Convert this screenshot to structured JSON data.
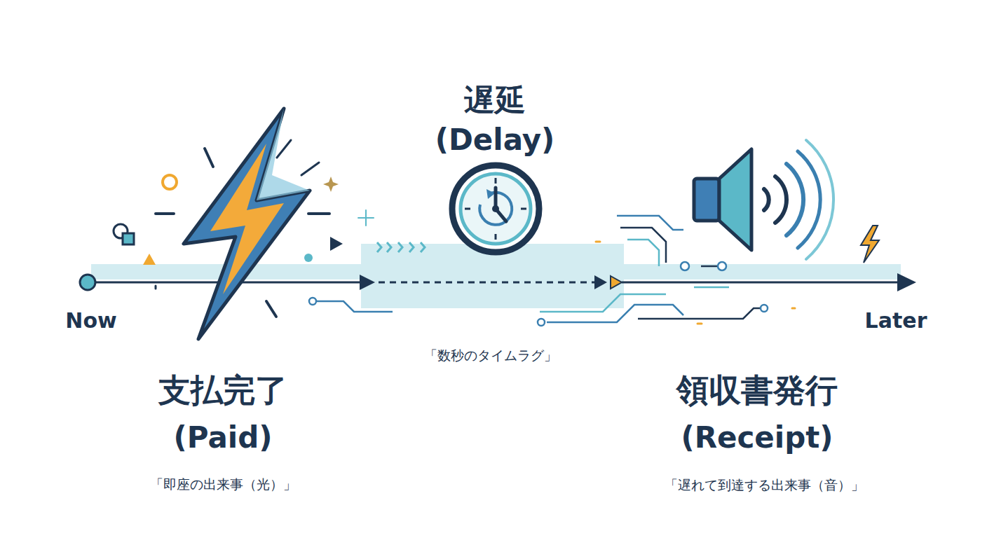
{
  "diagram": {
    "labels": [
      "遅延",
      "(Delay)",
      "Now",
      "Later",
      "「数秒のタイムラグ」",
      "支払完了",
      "(Paid)",
      "「即座の出来事（光）」",
      "領収書発行",
      "(Receipt)",
      "「遅れて到達する出来事（音）」"
    ]
  }
}
